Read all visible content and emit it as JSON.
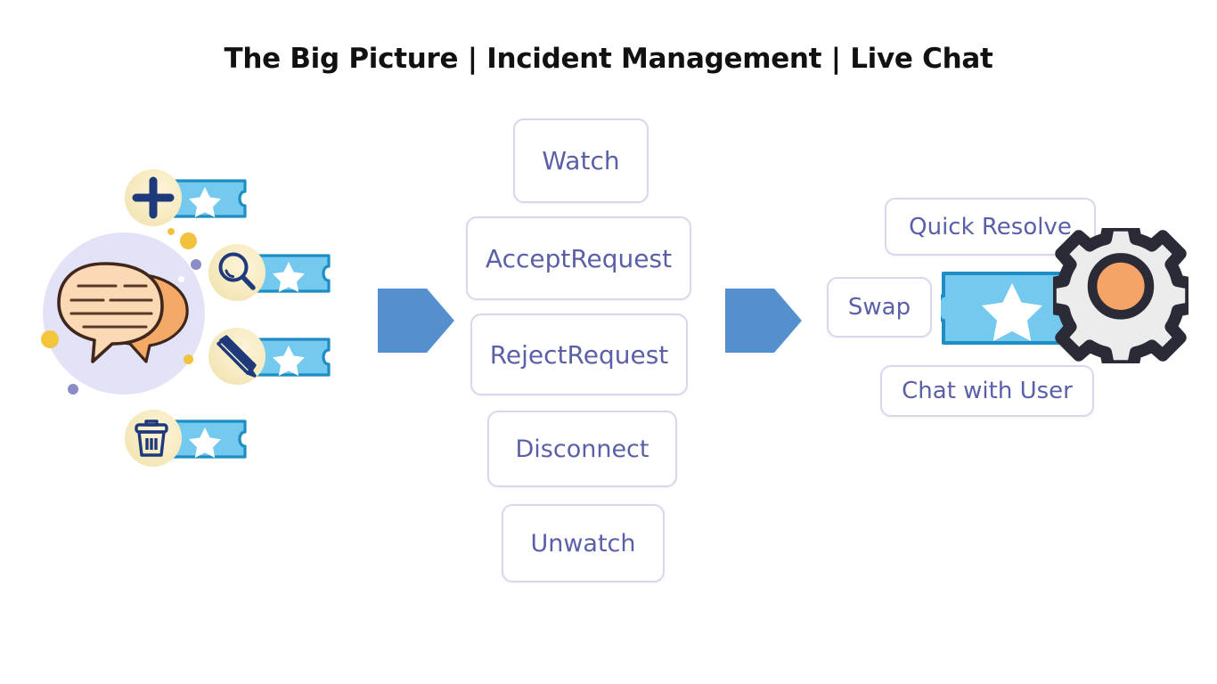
{
  "page": {
    "title": "The Big Picture | Incident Management | Live Chat"
  },
  "colors": {
    "title_text": "#111111",
    "box_border": "#d7d8ec",
    "box_text": "#5b5fa8",
    "arrow_blue": "#5390cd",
    "ticket_fill": "#74c9ef",
    "ticket_border": "#1d8dc4",
    "badge_cream": "#f8ecc4",
    "icon_navy": "#1f3a7a",
    "circle_lavender": "#e2e3f6",
    "bubble_front": "#fbd9b4",
    "bubble_back": "#f5a967",
    "bubble_outline": "#40271d",
    "gear_outline": "#2b2b38",
    "gear_body": "#ececec",
    "gear_center": "#f5a367",
    "dot_gold": "#f2c23d",
    "dot_purple": "#8b8bc8"
  },
  "left_cluster": {
    "name": "live-chat-tickets-illustration",
    "central_icon": "chat-bubbles-icon",
    "tickets": [
      {
        "id": "ticket-add",
        "icon": "plus-icon",
        "ticket_icon": "star-ticket-icon"
      },
      {
        "id": "ticket-search",
        "icon": "magnifier-icon",
        "ticket_icon": "star-ticket-icon"
      },
      {
        "id": "ticket-edit",
        "icon": "pencil-icon",
        "ticket_icon": "star-ticket-icon"
      },
      {
        "id": "ticket-delete",
        "icon": "trash-icon",
        "ticket_icon": "star-ticket-icon"
      }
    ]
  },
  "arrows": [
    {
      "id": "arrow-1",
      "icon": "arrow-right-icon"
    },
    {
      "id": "arrow-2",
      "icon": "arrow-right-icon"
    }
  ],
  "middle_actions": {
    "items": [
      {
        "id": "watch",
        "label": "Watch"
      },
      {
        "id": "accept",
        "label": "AcceptRequest"
      },
      {
        "id": "reject",
        "label": "RejectRequest"
      },
      {
        "id": "disconnect",
        "label": "Disconnect"
      },
      {
        "id": "unwatch",
        "label": "Unwatch"
      }
    ]
  },
  "right_actions": {
    "items": [
      {
        "id": "quick-resolve",
        "label": "Quick Resolve"
      },
      {
        "id": "swap",
        "label": "Swap"
      },
      {
        "id": "chat-user",
        "label": "Chat with User"
      }
    ],
    "ticket_icon": "star-ticket-icon",
    "settings_icon": "gear-icon"
  }
}
